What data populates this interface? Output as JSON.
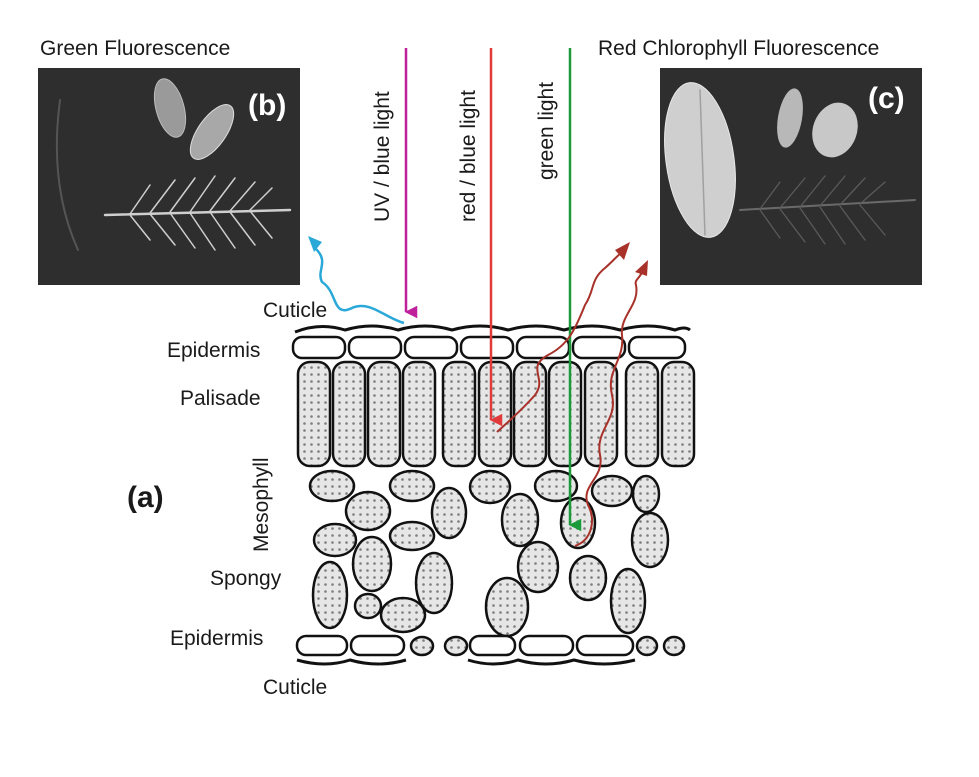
{
  "panels": {
    "b": {
      "title": "Green Fluorescence",
      "tag": "(b)"
    },
    "c": {
      "title": "Red Chlorophyll Fluorescence",
      "tag": "(c)"
    },
    "a": {
      "tag": "(a)"
    }
  },
  "light_beams": [
    {
      "label": "UV / blue light",
      "color": "#c0219a"
    },
    {
      "label": "red / blue light",
      "color": "#e03a3a"
    },
    {
      "label": "green light",
      "color": "#1a9a3a"
    }
  ],
  "emission_colors": {
    "green_fluorescence": "#2aa9d8",
    "red_fluorescence": "#a8322a"
  },
  "layers": {
    "cuticle_top": "Cuticle",
    "epidermis_top": "Epidermis",
    "palisade": "Palisade",
    "mesophyll": "Mesophyll",
    "spongy": "Spongy",
    "epidermis_bottom": "Epidermis",
    "cuticle_bottom": "Cuticle"
  },
  "colors": {
    "cell_fill": "#e6e6e6",
    "cell_stroke": "#111111",
    "photo_bg": "#2e2e2e"
  }
}
